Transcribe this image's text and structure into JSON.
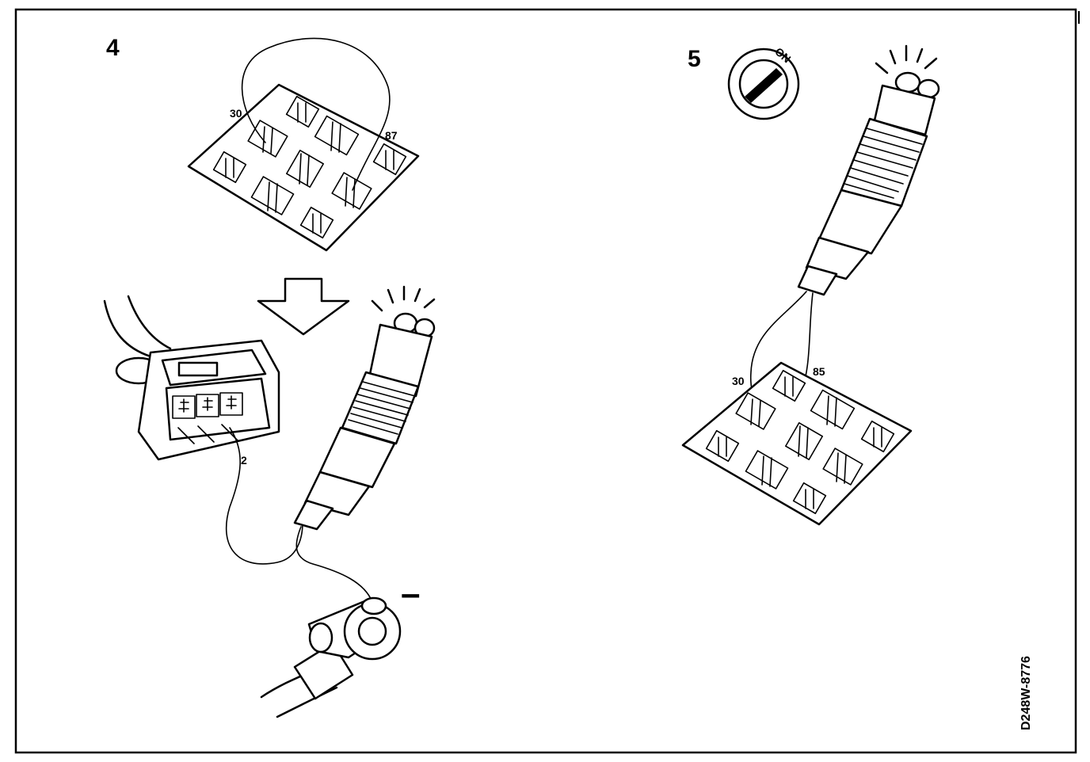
{
  "steps": [
    {
      "number": "4",
      "relay_base_pins": [
        "30",
        "87"
      ],
      "connector_pin": "2",
      "ground_symbol": "–"
    },
    {
      "number": "5",
      "ignition_label": "ON",
      "relay_base_pins": [
        "30",
        "85"
      ]
    }
  ],
  "figure_code": "D248W-8776",
  "icons": [
    "test-lamp-icon",
    "relay-base-icon",
    "ignition-key-icon",
    "down-arrow-icon",
    "connector-icon",
    "ground-terminal-icon"
  ]
}
